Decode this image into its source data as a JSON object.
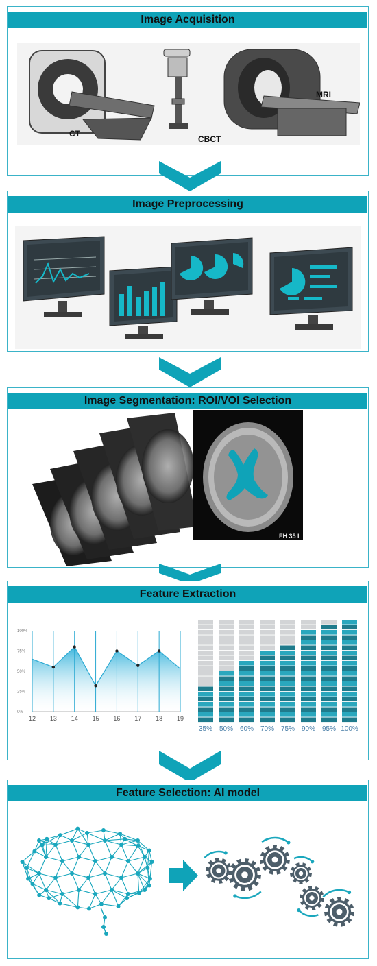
{
  "colors": {
    "accent": "#0fa3b8",
    "border": "#3ab3c8",
    "dark": "#3d4a52",
    "screen": "#2f3a40"
  },
  "steps": [
    {
      "title": "Image Acquisition",
      "labels": {
        "ct": "CT",
        "cbct": "CBCT",
        "mri": "MRI"
      }
    },
    {
      "title": "Image Preprocessing"
    },
    {
      "title": "Image Segmentation: ROI/VOI Selection",
      "slice_label": "FH 35 I"
    },
    {
      "title": "Feature Extraction"
    },
    {
      "title": "Feature Selection: AI model"
    }
  ],
  "line_chart": {
    "type": "line",
    "x": [
      12,
      13,
      14,
      15,
      16,
      17,
      18,
      19
    ],
    "y": [
      65,
      55,
      80,
      32,
      75,
      57,
      75,
      53
    ],
    "y_ticks": [
      "0%",
      "25%",
      "50%",
      "75%",
      "100%"
    ],
    "ylim": [
      0,
      100
    ]
  },
  "chart_data": {
    "type": "bar",
    "categories": [
      "35%",
      "50%",
      "60%",
      "70%",
      "75%",
      "90%",
      "95%",
      "100%"
    ],
    "values": [
      35,
      50,
      60,
      70,
      75,
      90,
      95,
      100
    ],
    "ylim": [
      0,
      100
    ]
  }
}
